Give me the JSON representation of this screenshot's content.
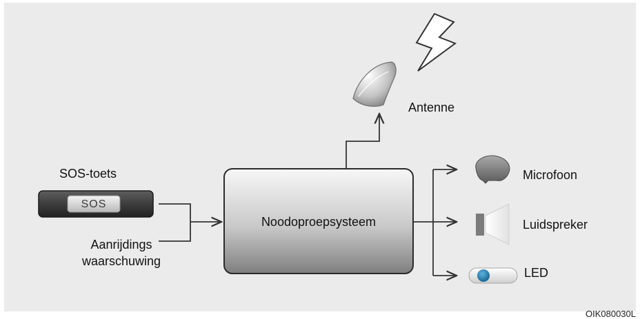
{
  "diagram": {
    "central_unit": "Noodoproepsysteem",
    "sos_button": {
      "label": "SOS-toets",
      "button_text": "SOS"
    },
    "crash_signal": {
      "line1": "Aanrijdings",
      "line2": "waarschuwing"
    },
    "antenna": {
      "label": "Antenne"
    },
    "outputs": {
      "microphone": "Microfoon",
      "speaker": "Luidspreker",
      "led": "LED"
    },
    "figure_code": "OIK080030L"
  },
  "colors": {
    "panel_background": "#ebebeb",
    "line": "#333333",
    "led_blue": "#1f7fb5"
  }
}
